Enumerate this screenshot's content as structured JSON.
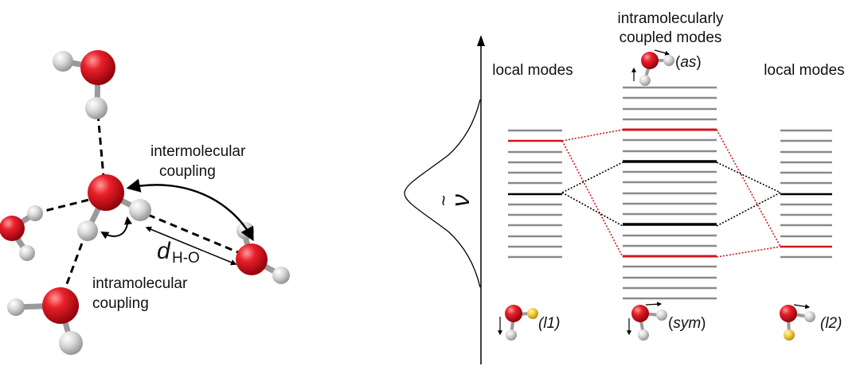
{
  "left_panel": {
    "intermolecular_line1": "intermolecular",
    "intermolecular_line2": "coupling",
    "distance_symbol": "d",
    "distance_subscript": "H-O",
    "intramolecular_line1": "intramolecular",
    "intramolecular_line2": "coupling"
  },
  "right_panel": {
    "frequency_symbol": "ν",
    "frequency_accent": "~",
    "left_header": "local modes",
    "center_header_line1": "intramolecularly",
    "center_header_line2": "coupled modes",
    "right_header": "local modes",
    "mode_as_prefix": "(",
    "mode_as": "as",
    "mode_as_suffix": ")",
    "mode_l1": "(l1)",
    "mode_sym_prefix": "(",
    "mode_sym": "sym",
    "mode_sym_suffix": ")",
    "mode_l2": "(l2)"
  },
  "colors": {
    "oxygen": "#d0121b",
    "hydrogen": "#d9d9d9",
    "highlight_hydrogen": "#f2cf3d",
    "grey_level": "#8a8a8a",
    "red_level": "#d3151b",
    "black_level": "#000000"
  }
}
